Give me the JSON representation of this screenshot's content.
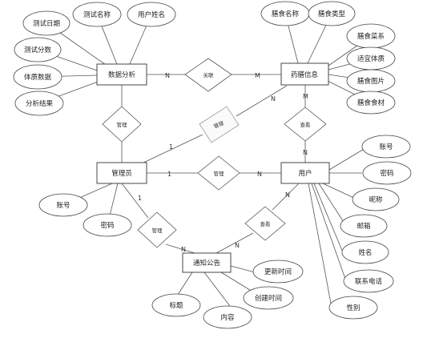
{
  "entities": {
    "data_analysis": "数据分析",
    "diet_info": "药膳信息",
    "admin": "管理员",
    "user": "用户",
    "notice": "通知公告"
  },
  "attributes": {
    "data_analysis": [
      "测试日期",
      "测试名称",
      "用户姓名",
      "测试分数",
      "体质数据",
      "分析结果"
    ],
    "diet_info": [
      "膳食名称",
      "膳食类型",
      "膳食菜系",
      "适宜体质",
      "膳食图片",
      "膳食食材"
    ],
    "admin": [
      "账号",
      "密码"
    ],
    "user": [
      "账号",
      "密码",
      "昵称",
      "邮箱",
      "姓名",
      "联系电话",
      "性别"
    ],
    "notice": [
      "标题",
      "内容",
      "创建时间",
      "更新时间"
    ]
  },
  "relationships": {
    "da_diet": "关联",
    "admin_da": "管理",
    "admin_diet": "管理",
    "user_diet": "查看",
    "admin_user": "管理",
    "admin_notice": "管理",
    "user_notice": "查看"
  },
  "cardinalities": {
    "one": "1",
    "n": "N",
    "m": "M"
  }
}
